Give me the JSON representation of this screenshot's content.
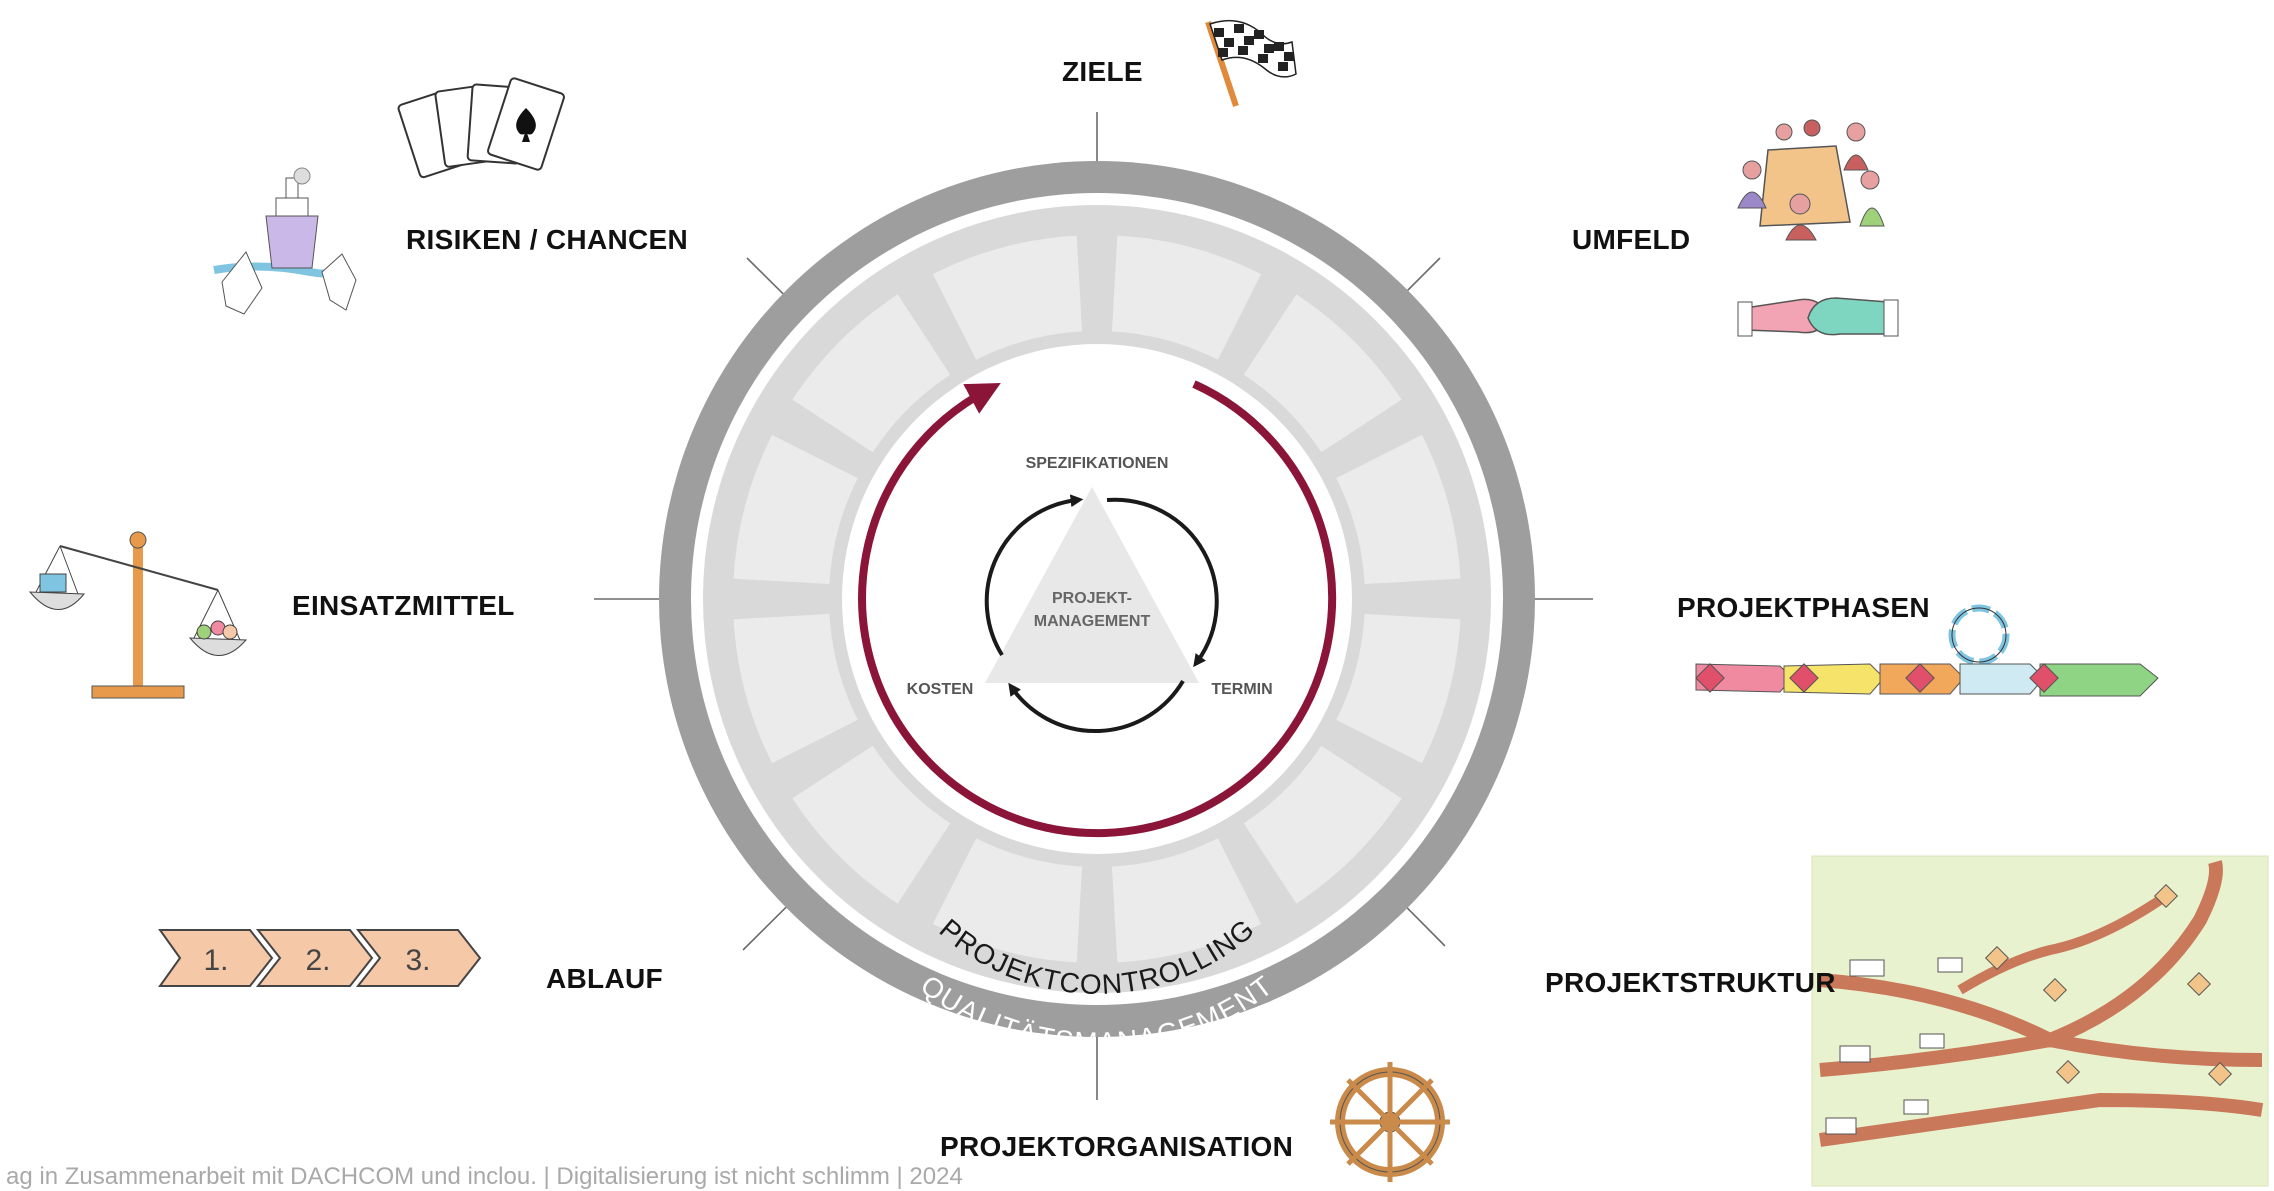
{
  "center": {
    "top": "SPEZIFIKATIONEN",
    "middle_line1": "PROJEKT-",
    "middle_line2": "MANAGEMENT",
    "left": "KOSTEN",
    "right": "TERMIN"
  },
  "rings": {
    "inner": "PROJEKTCONTROLLING",
    "outer": "QUALITÄTSMANAGEMENT"
  },
  "topics": {
    "ziele": "ZIELE",
    "umfeld": "UMFELD",
    "projektphasen": "PROJEKTPHASEN",
    "projektstruktur": "PROJEKTSTRUKTUR",
    "projektorganisation": "PROJEKTORGANISATION",
    "ablauf": "ABLAUF",
    "einsatzmittel": "EINSATZMITTEL",
    "risiken": "RISIKEN / CHANCEN"
  },
  "illustrations": {
    "steps": [
      "1.",
      "2.",
      "3."
    ]
  },
  "colors": {
    "outer_ring": "#9e9e9e",
    "segment_ring": "#d9d9d9",
    "inner_segments": "#ebebeb",
    "cycle_arrow": "#8b1538",
    "triangle": "#e8e8e8",
    "triangle_arrows": "#1a1a1a"
  },
  "footer": "ag in Zusammenarbeit mit DACHCOM und inclou. | Digitalisierung ist nicht schlimm | 2024"
}
